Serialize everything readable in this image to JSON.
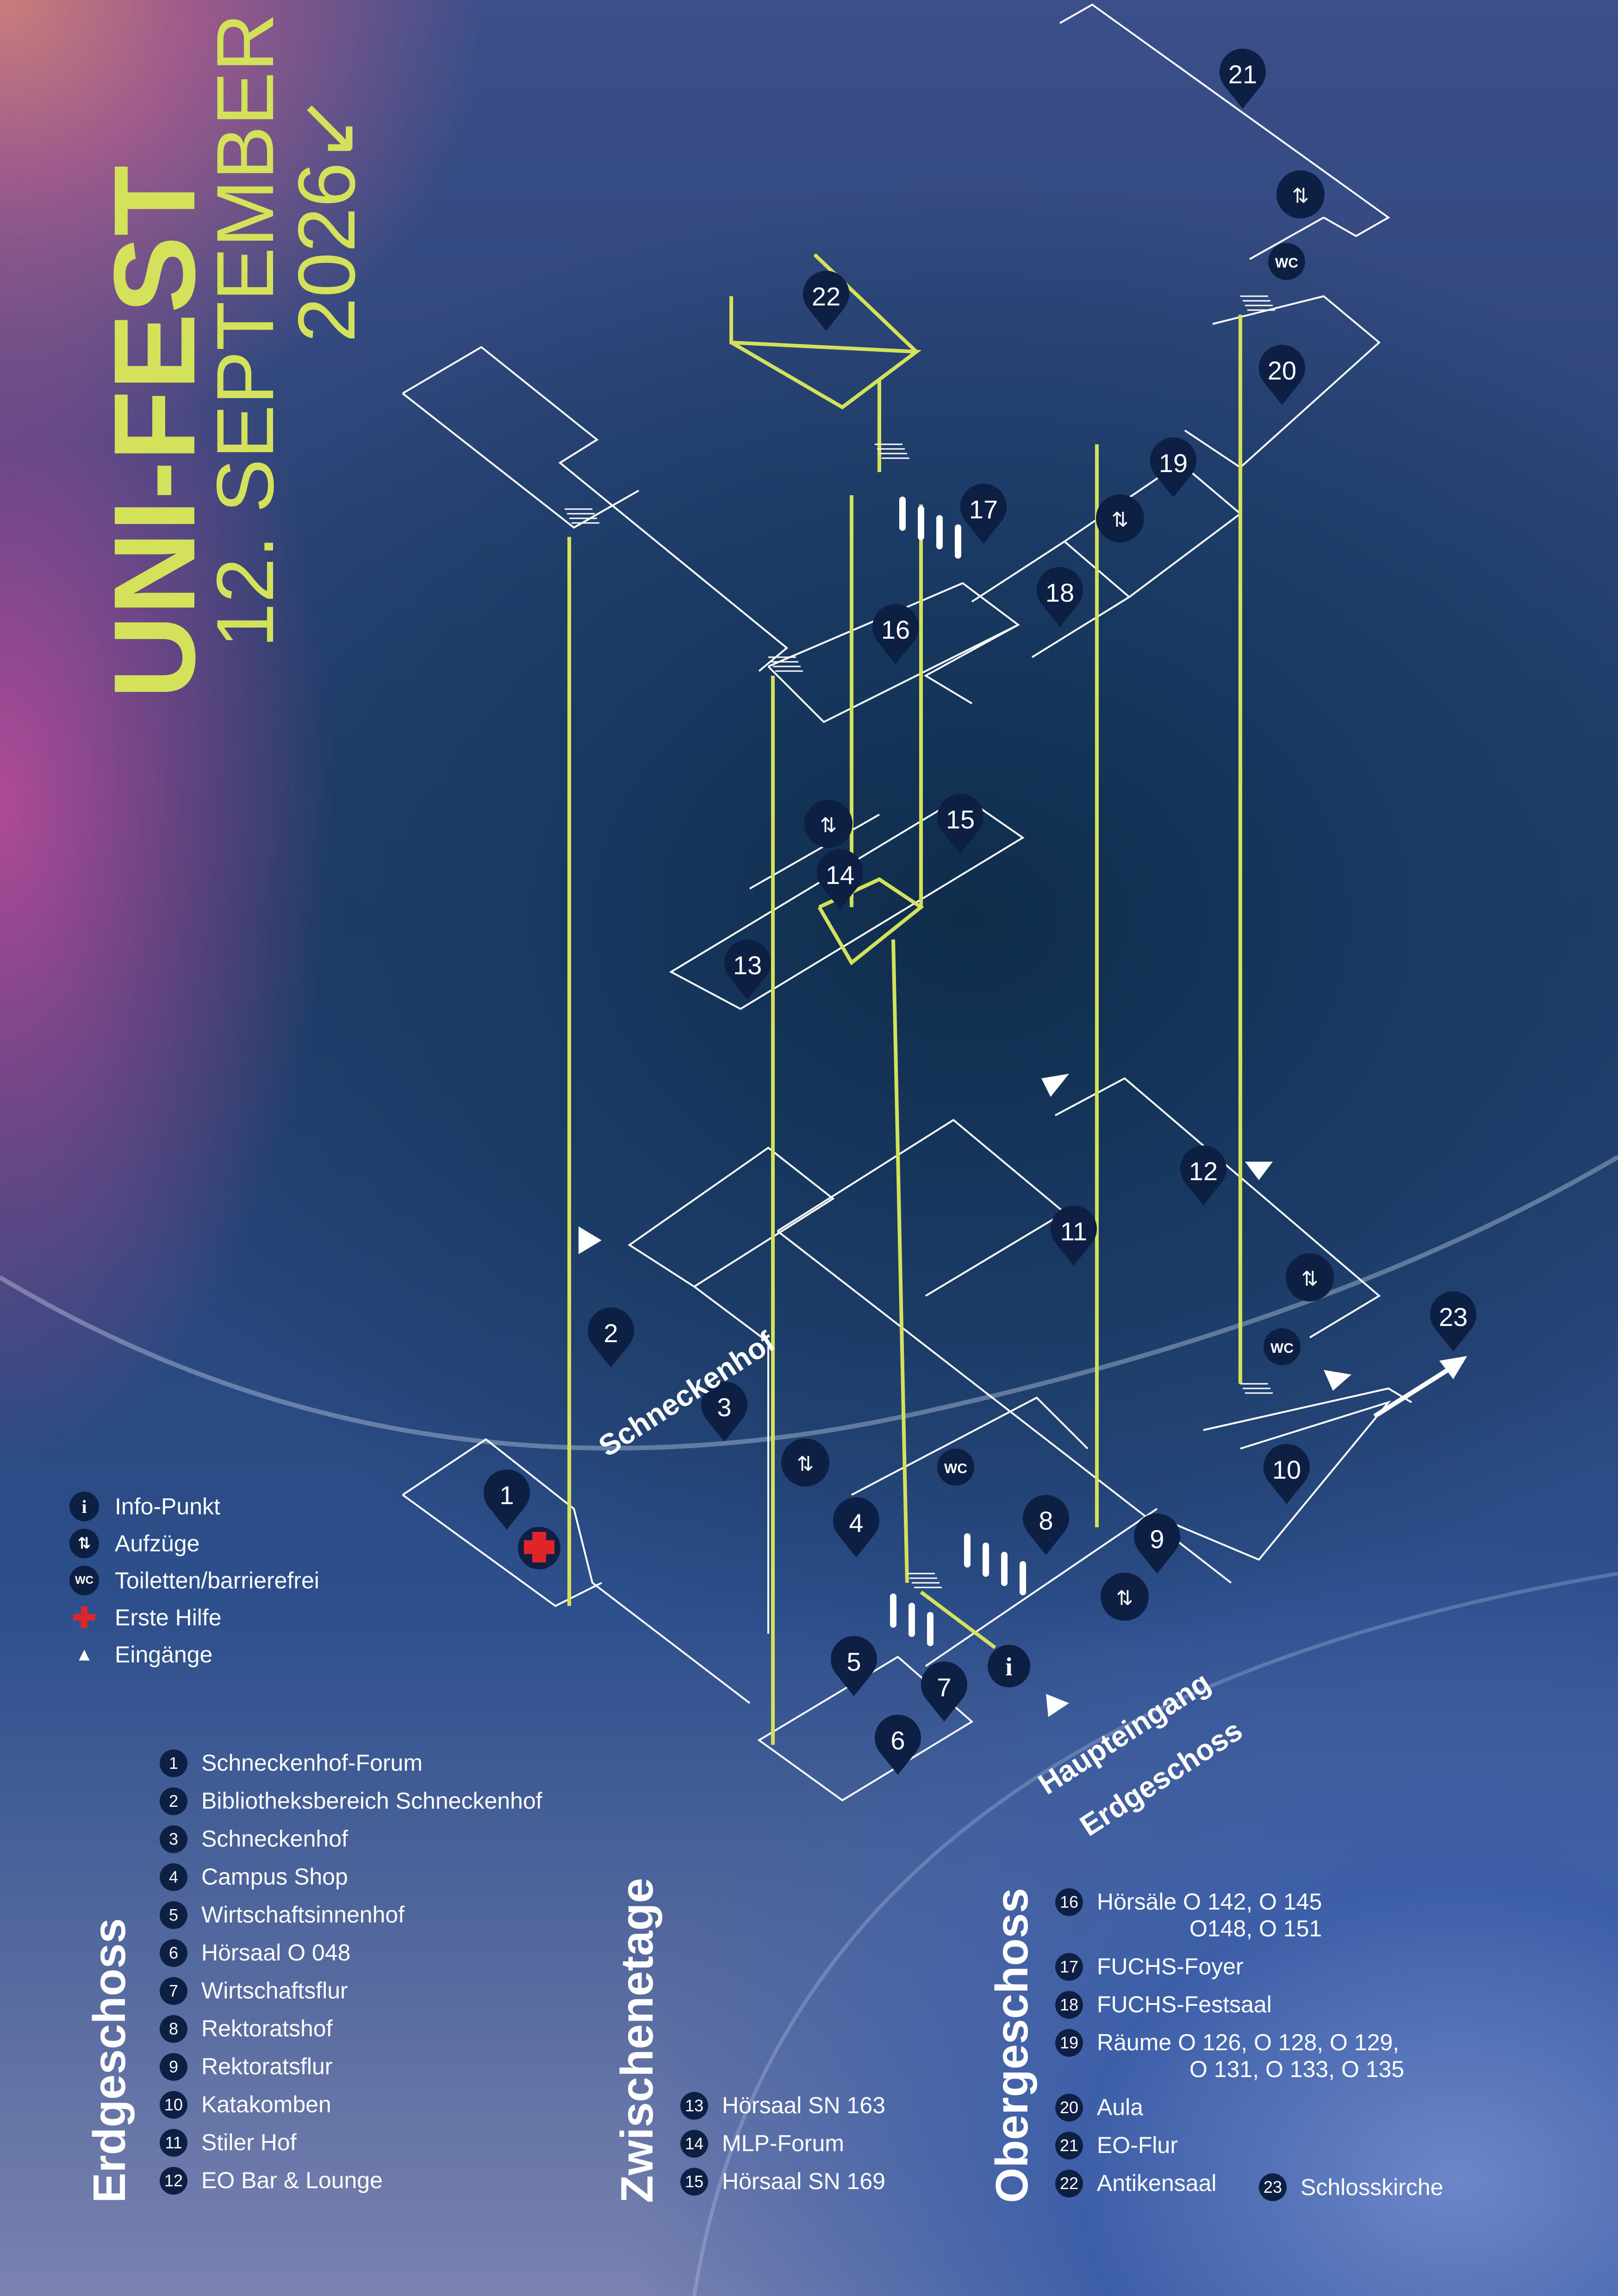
{
  "title": {
    "main": "UNI-FEST",
    "date_line1": "12. SEPTEMBER",
    "date_line2": "2026↙"
  },
  "map": {
    "area_labels": [
      "Schneckenhof",
      "Haupteingang",
      "Erdgeschoss"
    ],
    "pins": [
      "1",
      "2",
      "3",
      "4",
      "5",
      "6",
      "7",
      "8",
      "9",
      "10",
      "11",
      "12",
      "13",
      "14",
      "15",
      "16",
      "17",
      "18",
      "19",
      "20",
      "21",
      "22",
      "23"
    ],
    "colors": {
      "paths": "#d4e15a",
      "outlines": "#ffffff",
      "pin": "#0e1f44",
      "first_aid": "#e0252a"
    }
  },
  "legend": {
    "items": [
      {
        "icon": "info-icon",
        "label": "Info-Punkt"
      },
      {
        "icon": "elevator-icon",
        "label": "Aufzüge"
      },
      {
        "icon": "wc-icon",
        "label": "Toiletten/barrierefrei"
      },
      {
        "icon": "first-aid-icon",
        "label": "Erste Hilfe"
      },
      {
        "icon": "entrance-icon",
        "label": "Eingänge"
      }
    ]
  },
  "floors": {
    "erdgeschoss": {
      "title": "Erdgeschoss",
      "items": [
        {
          "n": "1",
          "label": "Schneckenhof-Forum"
        },
        {
          "n": "2",
          "label": "Bibliotheksbereich Schneckenhof"
        },
        {
          "n": "3",
          "label": "Schneckenhof"
        },
        {
          "n": "4",
          "label": "Campus Shop"
        },
        {
          "n": "5",
          "label": "Wirtschaftsinnenhof"
        },
        {
          "n": "6",
          "label": "Hörsaal O 048"
        },
        {
          "n": "7",
          "label": "Wirtschaftsflur"
        },
        {
          "n": "8",
          "label": "Rektoratshof"
        },
        {
          "n": "9",
          "label": "Rektoratsflur"
        },
        {
          "n": "10",
          "label": "Katakomben"
        },
        {
          "n": "11",
          "label": "Stiler Hof"
        },
        {
          "n": "12",
          "label": "EO Bar & Lounge"
        }
      ]
    },
    "zwischenetage": {
      "title": "Zwischenetage",
      "items": [
        {
          "n": "13",
          "label": "Hörsaal SN 163"
        },
        {
          "n": "14",
          "label": "MLP-Forum"
        },
        {
          "n": "15",
          "label": "Hörsaal SN 169"
        }
      ]
    },
    "obergeschoss": {
      "title": "Obergeschoss",
      "items": [
        {
          "n": "16",
          "label": "Hörsäle  O 142, O 145",
          "label2": "O148,  O 151"
        },
        {
          "n": "17",
          "label": "FUCHS-Foyer"
        },
        {
          "n": "18",
          "label": "FUCHS-Festsaal"
        },
        {
          "n": "19",
          "label": "Räume  O 126, O  128,  O 129,",
          "label2": "O 131, O  133, O  135"
        },
        {
          "n": "20",
          "label": "Aula"
        },
        {
          "n": "21",
          "label": "EO-Flur"
        },
        {
          "n": "22",
          "label": "Antikensaal"
        }
      ],
      "extra": {
        "n": "23",
        "label": "Schlosskirche"
      }
    }
  }
}
